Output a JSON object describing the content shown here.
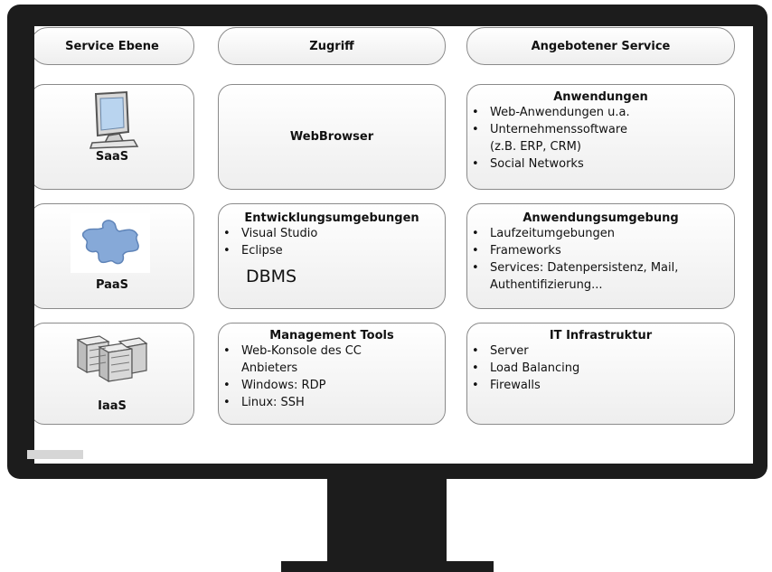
{
  "headers": {
    "col1": "Service Ebene",
    "col2": "Zugriff",
    "col3": "Angebotener Service"
  },
  "rows": [
    {
      "level": "SaaS",
      "icon": "monitor-icon",
      "access_title": "WebBrowser",
      "service_title": "Anwendungen",
      "service_items": [
        "Web-Anwendungen u.a.",
        "Unternehmenssoftware"
      ],
      "service_continuation": "(z.B. ERP, CRM)",
      "service_items_after": [
        "Social Networks"
      ]
    },
    {
      "level": "PaaS",
      "icon": "puzzle-piece-icon",
      "access_title": "Entwicklungsumgebungen",
      "access_items": [
        "Visual Studio",
        "Eclipse"
      ],
      "access_extra": "DBMS",
      "service_title": "Anwendungsumgebung",
      "service_items": [
        "Laufzeitumgebungen",
        "Frameworks",
        "Services: Datenpersistenz, Mail,"
      ],
      "service_continuation": "Authentifizierung..."
    },
    {
      "level": "IaaS",
      "icon": "servers-icon",
      "access_title": "Management Tools",
      "access_items": [
        "Web-Konsole des CC"
      ],
      "access_continuation": "Anbieters",
      "access_items_after": [
        "Windows: RDP",
        "Linux: SSH"
      ],
      "service_title": "IT Infrastruktur",
      "service_items": [
        "Server",
        "Load Balancing",
        "Firewalls"
      ]
    }
  ]
}
